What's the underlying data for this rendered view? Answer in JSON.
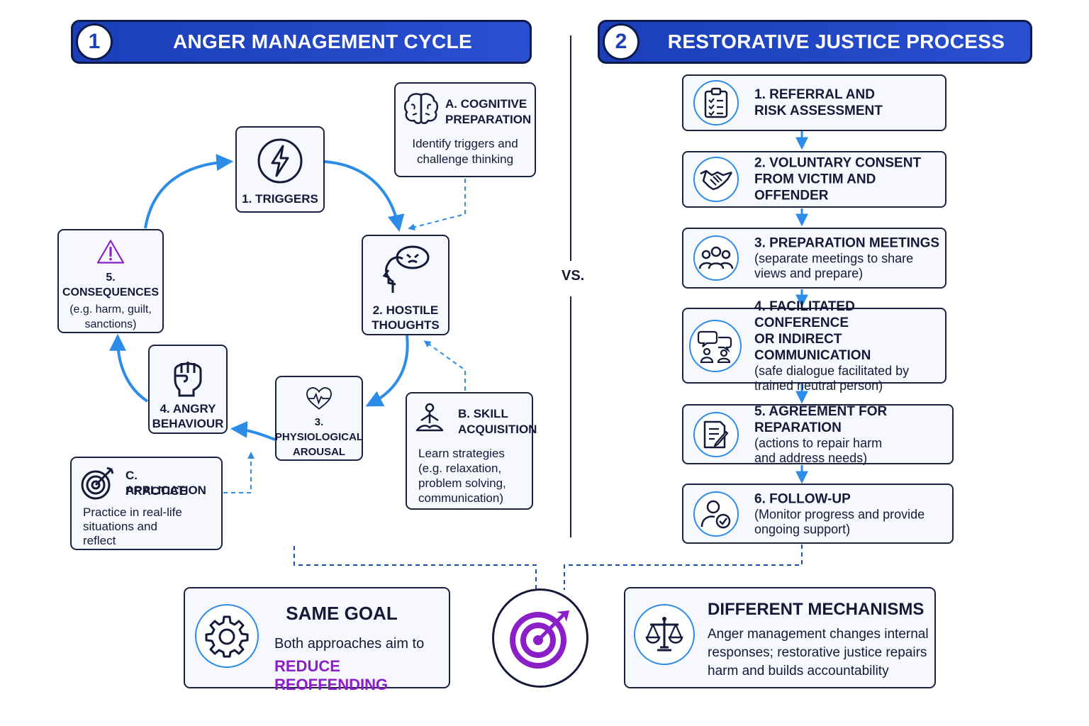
{
  "left_header": {
    "number": "1",
    "title": "ANGER MANAGEMENT CYCLE"
  },
  "right_header": {
    "number": "2",
    "title": "RESTORATIVE JUSTICE PROCESS"
  },
  "cycle": {
    "triggers": {
      "label": "1. TRIGGERS",
      "icon": "lightning-icon"
    },
    "hostile": {
      "line1": "2. HOSTILE",
      "line2": "THOUGHTS",
      "icon": "head-brain-icon"
    },
    "arousal": {
      "line1": "3. PHYSIOLOGICAL",
      "line2": "AROUSAL",
      "icon": "heart-pulse-icon"
    },
    "behaviour": {
      "line1": "4. ANGRY",
      "line2": "BEHAVIOUR",
      "icon": "fist-icon"
    },
    "consequences": {
      "label": "5. CONSEQUENCES",
      "line1": "(e.g. harm, guilt,",
      "line2": "sanctions)",
      "icon": "warning-icon"
    }
  },
  "interventions": {
    "a": {
      "title1": "A. COGNITIVE",
      "title2": "PREPARATION",
      "line1": "Identify triggers and",
      "line2": "challenge thinking",
      "icon": "brain-icon"
    },
    "b": {
      "title1": "B. SKILL",
      "title2": "ACQUISITION",
      "line1": "Learn strategies",
      "line2": "(e.g. relaxation,",
      "line3": "problem solving,",
      "line4": "communication)",
      "icon": "meditation-icon"
    },
    "c": {
      "title1": "C. APPLICATION",
      "title2": "PRACTICE",
      "line1": "Practice in real-life",
      "line2": "situations and",
      "line3": "reflect",
      "icon": "target-icon"
    }
  },
  "vs_label": "VS.",
  "steps": [
    {
      "title1": "1. REFERRAL AND",
      "title2": "RISK ASSESSMENT",
      "icon": "clipboard-icon"
    },
    {
      "title1": "2. VOLUNTARY CONSENT",
      "title2": "FROM VICTIM AND OFFENDER",
      "icon": "handshake-icon"
    },
    {
      "title1": "3. PREPARATION MEETINGS",
      "sub1": "(separate meetings to share",
      "sub2": "views and prepare)",
      "icon": "group-icon"
    },
    {
      "title1": "4. FACILITATED CONFERENCE",
      "title2": "OR INDIRECT COMMUNICATION",
      "sub1": "(safe dialogue facilitated by",
      "sub2": "trained neutral person)",
      "icon": "dialogue-icon"
    },
    {
      "title1": "5. AGREEMENT FOR REPARATION",
      "sub1": "(actions to repair harm",
      "sub2": "and address needs)",
      "icon": "document-pen-icon"
    },
    {
      "title1": "6. FOLLOW-UP",
      "sub1": "(Monitor progress and provide",
      "sub2": "ongoing support)",
      "icon": "user-check-icon"
    }
  ],
  "same_goal": {
    "title": "SAME GOAL",
    "line1": "Both approaches aim to",
    "accent": "REDUCE REOFFENDING",
    "icon": "gear-icon"
  },
  "different": {
    "title": "DIFFERENT MECHANISMS",
    "line1": "Anger management changes internal",
    "line2": "responses; restorative justice repairs",
    "line3": "harm and builds accountability",
    "icon": "scales-icon"
  },
  "center_icon": "bullseye-icon",
  "colors": {
    "header_blue": "#1b3fb8",
    "arrow_blue": "#2d8ce8",
    "accent_purple": "#8a1fc7",
    "dark": "#141a38"
  }
}
